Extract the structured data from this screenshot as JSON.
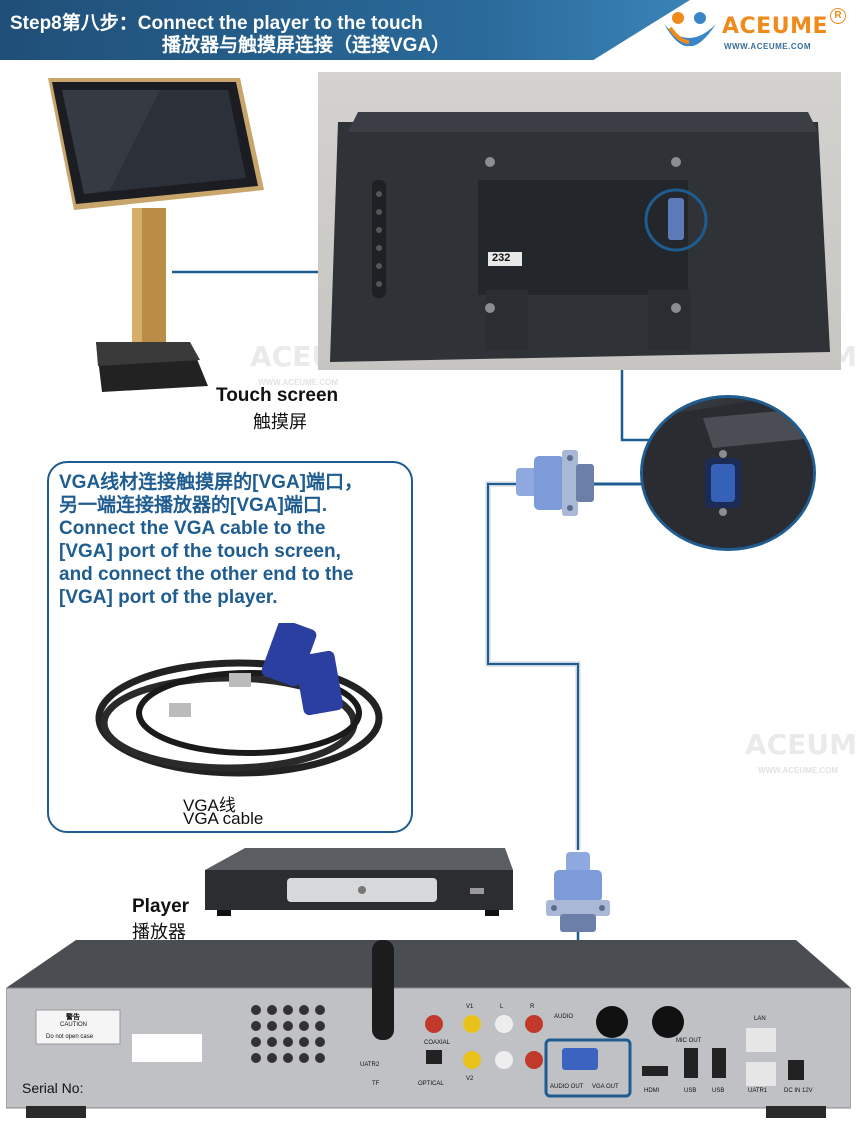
{
  "header": {
    "step_line": "Step8第八步：Connect the player to the touch",
    "step_line2": "播放器与触摸屏连接（连接VGA）"
  },
  "brand": {
    "name": "ACEUME",
    "url": "WWW.ACEUME.COM",
    "reg_mark": "R"
  },
  "touch_screen": {
    "label_en": "Touch screen",
    "label_cn": "触摸屏",
    "port_tag": "232"
  },
  "instructions": {
    "cn_line1": "VGA线材连接触摸屏的[VGA]端口，",
    "cn_line2": "另一端连接播放器的[VGA]端口.",
    "en_line1": "Connect the VGA cable to the",
    "en_line2": "[VGA] port of the touch screen,",
    "en_line3": "and connect the other end to the",
    "en_line4": "[VGA] port of the player."
  },
  "cable": {
    "caption_cn": "VGA线",
    "caption_en": "VGA cable"
  },
  "player": {
    "label_en": "Player",
    "label_cn": "播放器",
    "serial_label": "Serial No:",
    "warning_cn": "警告",
    "caution": "CAUTION",
    "caution_line": "Do not open case",
    "ports": {
      "coaxial": "COAXIAL",
      "optical": "OPTICAL",
      "audio": "AUDIO",
      "audio_out": "AUDIO OUT",
      "vga_out": "VGA OUT",
      "mic_out": "MIC OUT",
      "hdmi": "HDMI",
      "usb1": "USB",
      "usb2": "USB",
      "lan": "LAN",
      "uatr1": "UATR1",
      "uatr2": "UATR2",
      "tf": "TF",
      "dc": "DC IN 12V",
      "v1": "V1",
      "v2": "V2",
      "l": "L",
      "r": "R"
    }
  },
  "colors": {
    "accent": "#1f5c90",
    "brand_orange": "#f08a1a",
    "header_blue": "#1f4f78",
    "connector_blue": "#7d9bd8"
  }
}
